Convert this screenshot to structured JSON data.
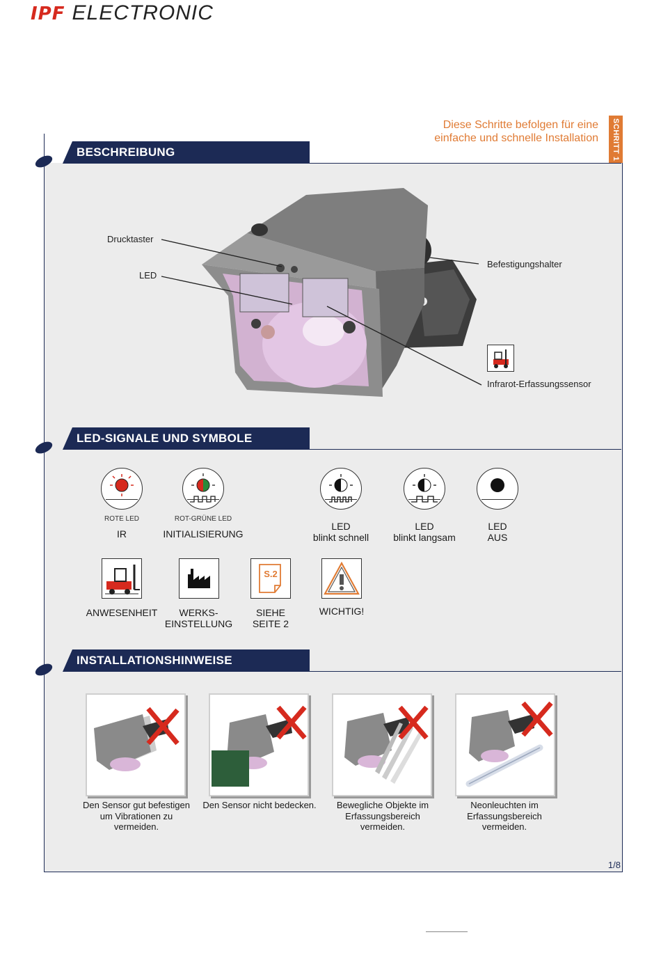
{
  "header": {
    "brand_ipf": "IPF",
    "brand_electronic": "ELECTRONIC",
    "tagline": "Diese Schritte befolgen für eine einfache und schnelle Installation",
    "step_tab": "SCHRITT 1"
  },
  "sections": {
    "description": "BESCHREIBUNG",
    "led_signals": "LED-SIGNALE UND SYMBOLE",
    "installation": "INSTALLATIONSHINWEISE"
  },
  "callouts": {
    "button": "Drucktaster",
    "led": "LED",
    "bracket": "Befestigungshalter",
    "ir_sensor": "Infrarot-Erfassungssensor"
  },
  "led_symbols": [
    {
      "small": "ROTE LED",
      "label1": "IR",
      "label2": ""
    },
    {
      "small": "ROT-GRÜNE LED",
      "label1": "INITIALISIERUNG",
      "label2": ""
    },
    {
      "small": "",
      "label1": "LED",
      "label2": "blinkt schnell"
    },
    {
      "small": "",
      "label1": "LED",
      "label2": "blinkt langsam"
    },
    {
      "small": "",
      "label1": "LED",
      "label2": "AUS"
    }
  ],
  "info_symbols": [
    {
      "label1": "ANWESENHEIT",
      "label2": ""
    },
    {
      "label1": "WERKS-",
      "label2": "EINSTELLUNG"
    },
    {
      "label1": "SIEHE",
      "label2": "SEITE 2",
      "icon_text": "S.2"
    },
    {
      "label1": "WICHTIG!",
      "label2": ""
    }
  ],
  "install_notes": [
    {
      "caption": "Den Sensor gut befestigen um Vibrationen zu vermeiden."
    },
    {
      "caption": "Den Sensor nicht bedecken."
    },
    {
      "caption": "Bewegliche Objekte im Erfassungsbereich vermeiden."
    },
    {
      "caption": "Neonleuchten im Erfassungsbereich vermeiden."
    }
  ],
  "footer": {
    "page": "1/8"
  },
  "colors": {
    "navy": "#1c2a55",
    "orange": "#e07b34",
    "red": "#d62a1e",
    "green": "#2a8a3a"
  }
}
